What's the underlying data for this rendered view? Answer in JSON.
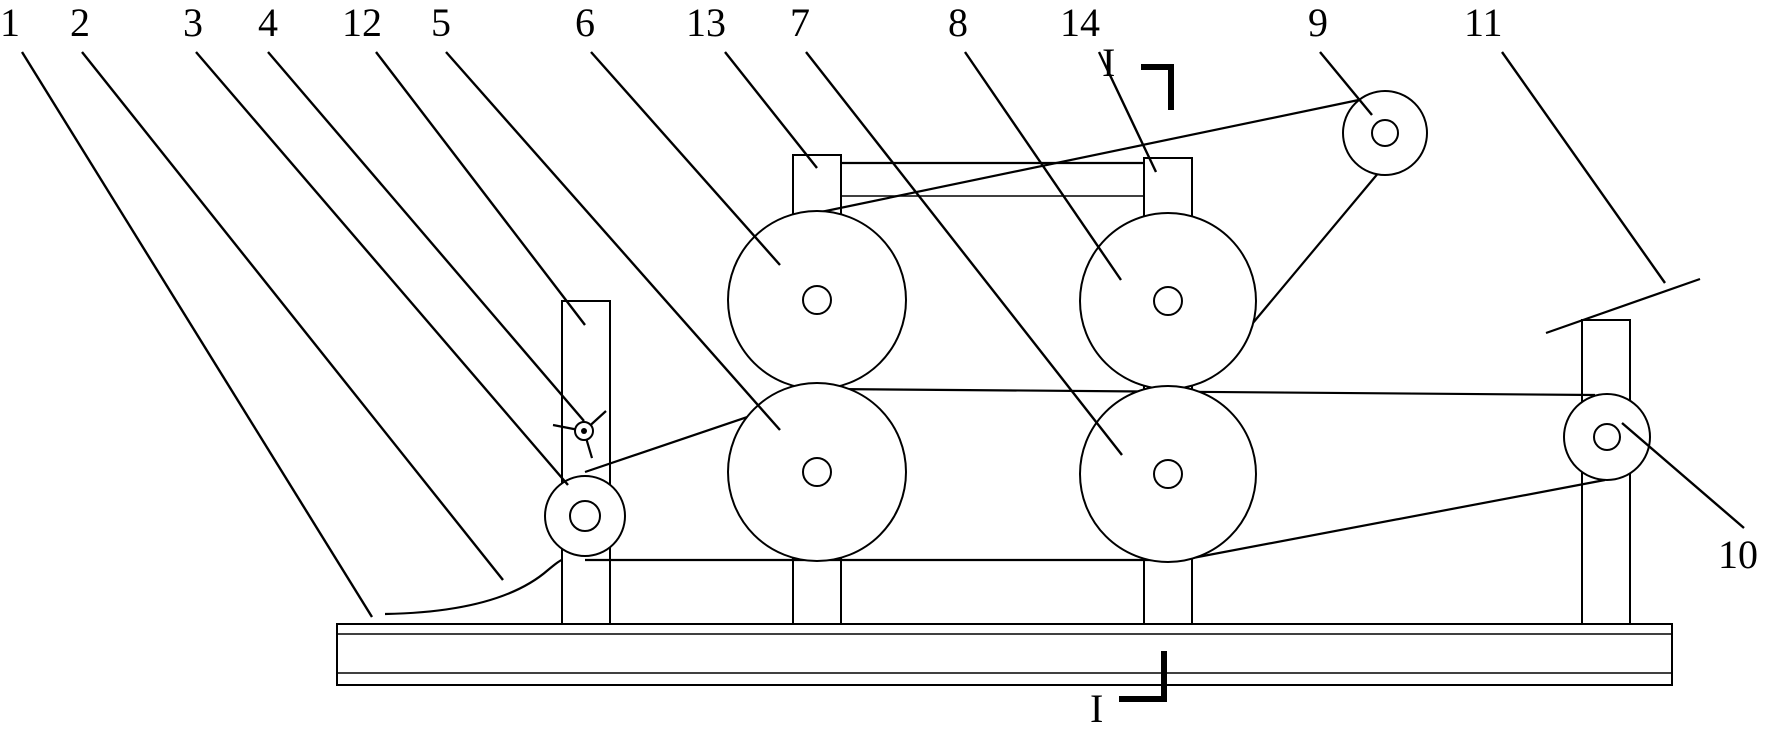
{
  "labels": [
    "1",
    "2",
    "3",
    "4",
    "12",
    "5",
    "6",
    "13",
    "7",
    "8",
    "14",
    "9",
    "11",
    "10"
  ],
  "section": {
    "top": "I",
    "bottom": "I"
  },
  "colors": {
    "ink": "#000000",
    "paper": "#ffffff"
  }
}
